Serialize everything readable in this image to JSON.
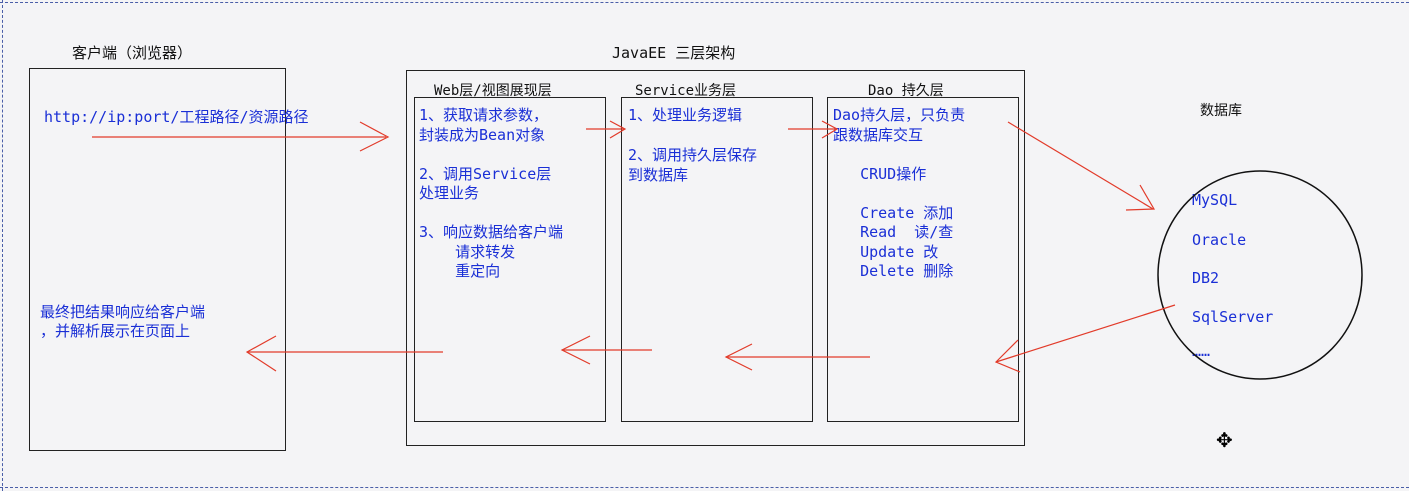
{
  "client": {
    "title": "客户端（浏览器）",
    "request_url": "http://ip:port/工程路径/资源路径",
    "result_lines": [
      "最终把结果响应给客户端",
      "，并解析展示在页面上"
    ]
  },
  "javaee": {
    "title": "JavaEE 三层架构",
    "web": {
      "title": "Web层/视图展现层",
      "lines": [
        "1、获取请求参数，",
        "封装成为Bean对象",
        "",
        "2、调用Service层",
        "处理业务",
        "",
        "3、响应数据给客户端",
        "    请求转发",
        "    重定向"
      ]
    },
    "service": {
      "title": "Service业务层",
      "lines": [
        "1、处理业务逻辑",
        "",
        "2、调用持久层保存",
        "到数据库"
      ]
    },
    "dao": {
      "title": "Dao 持久层",
      "lines": [
        "Dao持久层，只负责",
        "跟数据库交互",
        "",
        "   CRUD操作",
        "",
        "   Create 添加",
        "   Read  读/查",
        "   Update 改",
        "   Delete 删除"
      ]
    }
  },
  "database": {
    "title": "数据库",
    "items": [
      "MySQL",
      "Oracle",
      "DB2",
      "SqlServer",
      "……"
    ]
  },
  "colors": {
    "arrow": "#e23b2a",
    "text_blue": "#1a2fd6",
    "border": "#222222"
  },
  "icons": {
    "move_cursor": "move-cursor-icon"
  }
}
